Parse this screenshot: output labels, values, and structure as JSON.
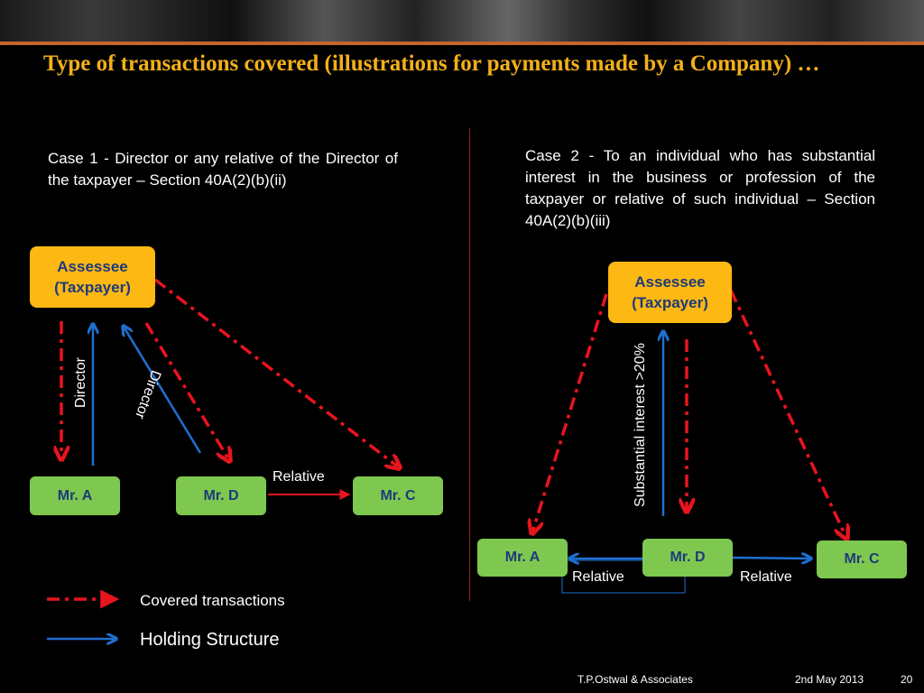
{
  "slide": {
    "title": "Type of transactions covered (illustrations for payments made by a Company) …",
    "case1": {
      "description": "Case 1 - Director or any relative of the Director of the taxpayer – Section 40A(2)(b)(ii)",
      "assessee": "Assessee (Taxpayer)",
      "mr_a": "Mr. A",
      "mr_d": "Mr. D",
      "mr_c": "Mr. C",
      "director_label_1": "Director",
      "director_label_2": "Director",
      "relative_label": "Relative"
    },
    "case2": {
      "description": "Case 2 - To an individual who has substantial interest in the business or profession of the taxpayer or relative of such individual – Section 40A(2)(b)(iii)",
      "assessee": "Assessee (Taxpayer)",
      "mr_a": "Mr. A",
      "mr_d": "Mr. D",
      "mr_c": "Mr. C",
      "substantial_label": "Substantial interest >20%",
      "relative_left": "Relative",
      "relative_right": "Relative"
    },
    "legend": {
      "covered": "Covered transactions",
      "holding": "Holding Structure"
    },
    "footer": {
      "firm": "T.P.Ostwal &  Associates",
      "date": "2nd May 2013",
      "page": "20"
    },
    "colors": {
      "title": "#f3b019",
      "assessee_box": "#fdb813",
      "person_box": "#7ec850",
      "covered_arrow": "#e8141e",
      "holding_arrow": "#1f6fd0"
    }
  }
}
